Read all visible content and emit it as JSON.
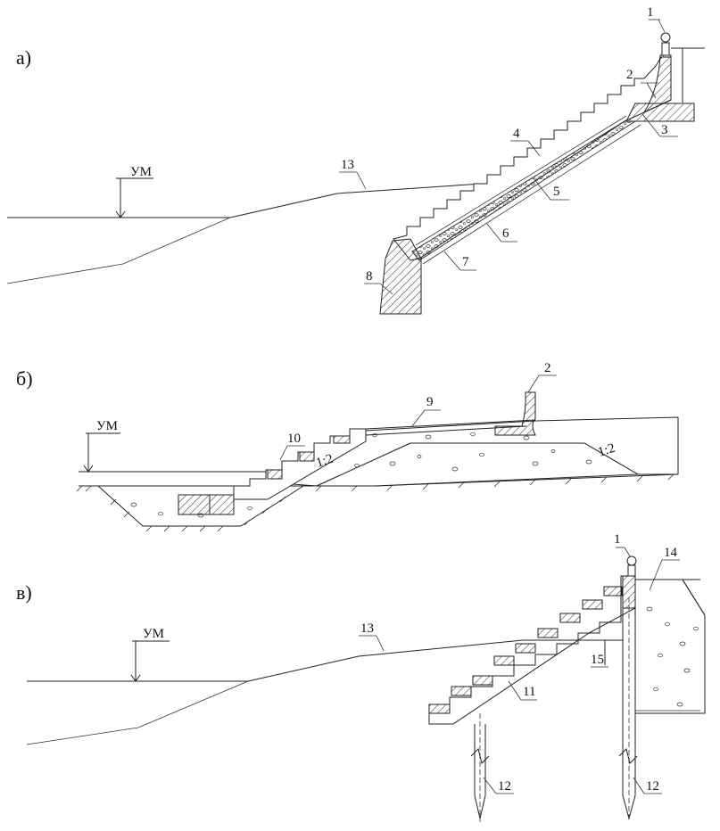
{
  "sections": {
    "a": "а)",
    "b": "б)",
    "v": "в)"
  },
  "water_level": "УМ",
  "slope": "1:2",
  "labels": {
    "l1": "1",
    "l2": "2",
    "l3": "3",
    "l4": "4",
    "l5": "5",
    "l6": "6",
    "l7": "7",
    "l8": "8",
    "l9": "9",
    "l10": "10",
    "l11": "11",
    "l12": "12",
    "l13": "13",
    "l14": "14",
    "l15": "15"
  }
}
